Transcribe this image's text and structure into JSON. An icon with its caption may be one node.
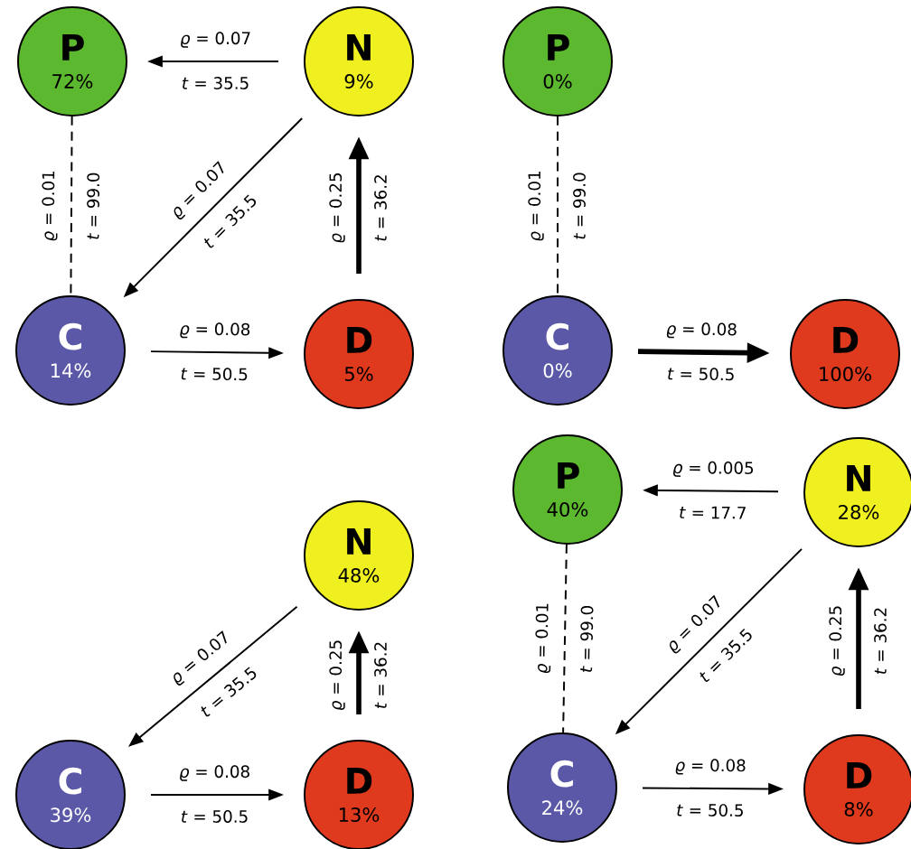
{
  "diagram": {
    "nodes": [
      {
        "text": [
          "P",
          "72%"
        ]
      },
      {
        "text": [
          "N",
          "9%"
        ]
      },
      {
        "text": [
          "C",
          "14%"
        ]
      },
      {
        "text": [
          "D",
          "5%"
        ]
      },
      {
        "text": [
          "P",
          "0%"
        ]
      },
      {
        "text": [
          "C",
          "0%"
        ]
      },
      {
        "text": [
          "D",
          "100%"
        ]
      },
      {
        "text": [
          "N",
          "48%"
        ]
      },
      {
        "text": [
          "C",
          "39%"
        ]
      },
      {
        "text": [
          "D",
          "13%"
        ]
      },
      {
        "text": [
          "P",
          "40%"
        ]
      },
      {
        "text": [
          "N",
          "28%"
        ]
      },
      {
        "text": [
          "C",
          "24%"
        ]
      },
      {
        "text": [
          "D",
          "8%"
        ]
      }
    ],
    "edges": [
      {
        "from": 1,
        "to": 0,
        "arrow": "to",
        "label": "*ϱ* = 0.07"
      },
      {
        "from": 0,
        "to": 2,
        "arrow": "none",
        "style": "dashed",
        "label": "*ϱ* = 0.01"
      },
      {
        "from": 1,
        "to": 2,
        "arrow": "to",
        "label": "*ϱ* = 0.07"
      },
      {
        "from": 3,
        "to": 1,
        "arrow": "to",
        "style": "thick",
        "label": "*ϱ* = 0.25"
      },
      {
        "from": 2,
        "to": 3,
        "arrow": "to",
        "label": "*ϱ* = 0.08"
      },
      {
        "from": 4,
        "to": 5,
        "arrow": "none",
        "style": "dashed",
        "label": "*ϱ* = 0.01"
      },
      {
        "from": 5,
        "to": 6,
        "arrow": "to",
        "style": "thick",
        "label": "*ϱ* = 0.08"
      },
      {
        "from": 7,
        "to": 8,
        "arrow": "to",
        "label": "*ϱ* = 0.07"
      },
      {
        "from": 9,
        "to": 7,
        "arrow": "to",
        "style": "thick",
        "label": "*ϱ* = 0.25"
      },
      {
        "from": 8,
        "to": 9,
        "arrow": "to",
        "label": "*ϱ* = 0.08"
      },
      {
        "from": 11,
        "to": 10,
        "arrow": "to",
        "label": "*ϱ* = 0.005"
      },
      {
        "from": 10,
        "to": 12,
        "arrow": "none",
        "style": "dashed",
        "label": "*ϱ* = 0.01"
      },
      {
        "from": 11,
        "to": 12,
        "arrow": "to",
        "label": "*ϱ* = 0.07"
      },
      {
        "from": 13,
        "to": 11,
        "arrow": "to",
        "style": "thick",
        "label": "*ϱ* = 0.25"
      },
      {
        "from": 12,
        "to": 13,
        "arrow": "to",
        "label": "*ϱ* = 0.08"
      }
    ],
    "labels": [
      "*t* = 35.5",
      "*t* = 99.0",
      "*t* = 35.5",
      "*t* = 36.2",
      "*t* = 50.5",
      "*t* = 99.0",
      "*t* = 50.5",
      "*t* = 35.5",
      "*t* = 36.2",
      "*t* = 50.5",
      "*t* = 17.7",
      "*t* = 99.0",
      "*t* = 35.5",
      "*t* = 36.2",
      "*t* = 50.5"
    ]
  }
}
